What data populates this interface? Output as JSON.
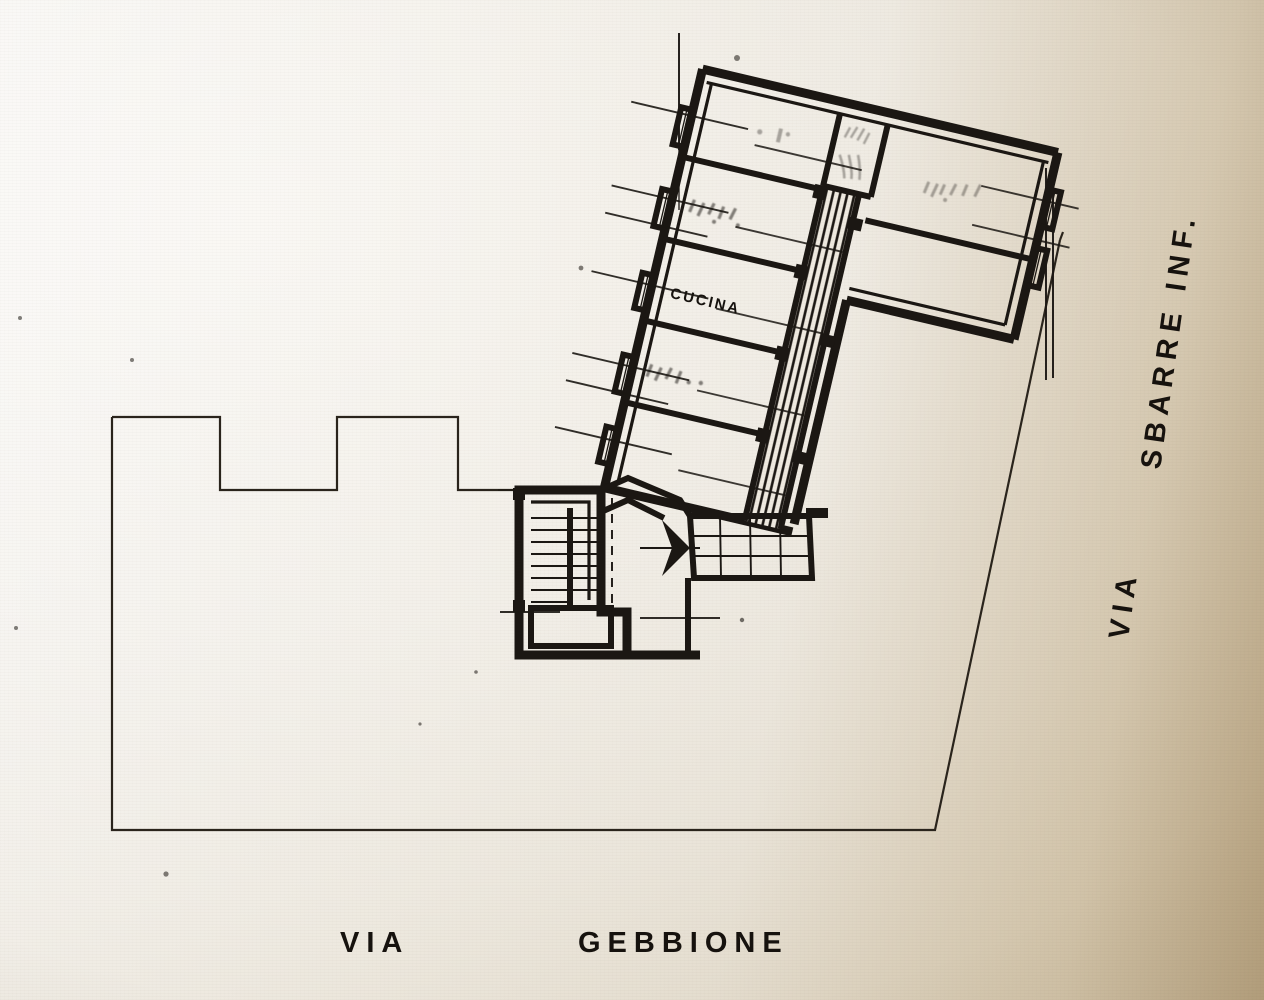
{
  "document": {
    "type": "architectural-site-plan",
    "medium": "scanned photocopy, handwritten annotations",
    "paper_tone_light": "#f2efe9",
    "paper_tone_shadow": "#a8906e",
    "ink_color": "#1b1713"
  },
  "streets": {
    "bottom": {
      "name": "VIA  GEBBIONE",
      "word1": "VIA",
      "word2": "GEBBIONE"
    },
    "right": {
      "name": "VIA SBARRE INF.",
      "word1": "VIA",
      "word2": "SBARRE INF."
    }
  },
  "rooms": [
    {
      "id": "room-north",
      "label": "",
      "note": "large north room, label illegible",
      "legible": false
    },
    {
      "id": "room-northeast",
      "label": "",
      "note": "north-east room, faded handwriting",
      "legible": false
    },
    {
      "id": "room-upper-mid",
      "label": "",
      "note": "faded handwritten label",
      "legible": false
    },
    {
      "id": "room-cucina",
      "label": "CUCINA",
      "legible": true
    },
    {
      "id": "room-lower",
      "label": "",
      "note": "faded handwritten label",
      "legible": false
    },
    {
      "id": "corridor",
      "label": "",
      "note": "hatched circulation corridor",
      "legible": false
    },
    {
      "id": "stair-core",
      "label": "",
      "note": "stair run with treads",
      "legible": false
    },
    {
      "id": "terrace",
      "label": "",
      "note": "tiled terrace / balcony grid",
      "legible": false
    }
  ],
  "annotations": {
    "corridor_scribble": "",
    "corridor_scribble_note": "illegible pencil scribble at head of corridor"
  },
  "boundary": {
    "name": "property-boundary",
    "note": "thin single-line lot outline with stepped notch along north edge"
  }
}
